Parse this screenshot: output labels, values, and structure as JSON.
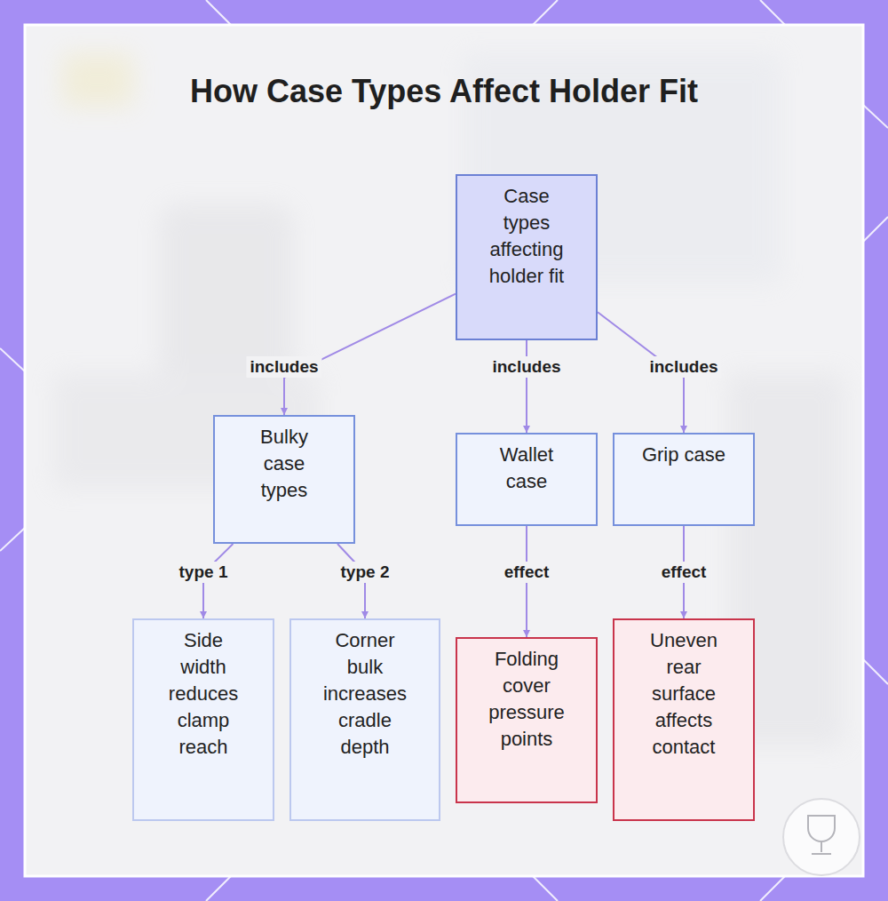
{
  "diagram": {
    "title": "How Case Types Affect Holder Fit",
    "nodes": [
      {
        "text": [
          "Case types affecting holder fit"
        ]
      },
      {
        "text": [
          "Bulky case types"
        ]
      },
      {
        "text": [
          "Wallet case"
        ]
      },
      {
        "text": [
          "Grip case"
        ]
      },
      {
        "text": [
          "Side width reduces clamp reach"
        ]
      },
      {
        "text": [
          "Corner bulk increases cradle depth"
        ]
      },
      {
        "text": [
          "Folding cover pressure points"
        ]
      },
      {
        "text": [
          "Uneven rear surface affects contact"
        ]
      }
    ],
    "edges": [
      {
        "from": 0,
        "to": 1,
        "label": "includes",
        "arrow": "to"
      },
      {
        "from": 0,
        "to": 2,
        "label": "includes",
        "arrow": "to"
      },
      {
        "from": 0,
        "to": 3,
        "label": "includes",
        "arrow": "to"
      },
      {
        "from": 1,
        "to": 4,
        "label": "type 1",
        "arrow": "to"
      },
      {
        "from": 1,
        "to": 5,
        "label": "type 2",
        "arrow": "to"
      },
      {
        "from": 2,
        "to": 6,
        "label": "effect",
        "arrow": "to"
      },
      {
        "from": 3,
        "to": 7,
        "label": "effect",
        "arrow": "to"
      }
    ]
  }
}
